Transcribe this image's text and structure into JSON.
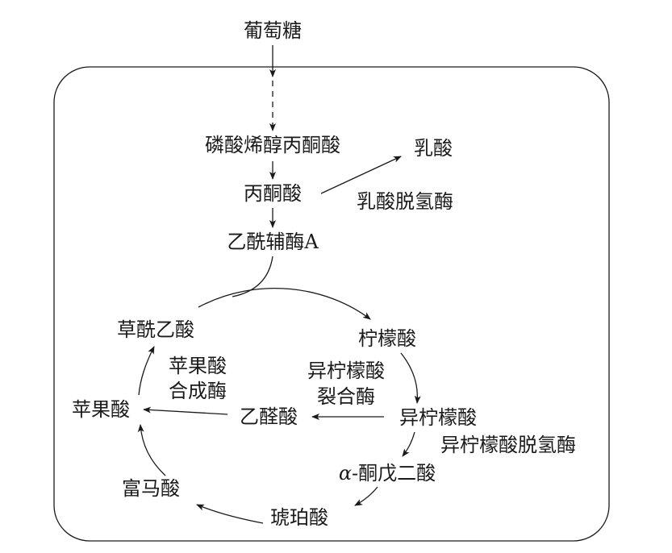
{
  "metabolites": {
    "glucose": "葡萄糖",
    "pep": "磷酸烯醇丙酮酸",
    "pyruvate": "丙酮酸",
    "lactate": "乳酸",
    "acetyl_coa": "乙酰辅酶A",
    "oxaloacetate": "草酰乙酸",
    "citrate": "柠檬酸",
    "isocitrate": "异柠檬酸",
    "alpha_kg_prefix": "α",
    "alpha_kg_rest": "-酮戊二酸",
    "succinate": "琥珀酸",
    "fumarate": "富马酸",
    "malate": "苹果酸",
    "glyoxylate": "乙醛酸"
  },
  "enzymes": {
    "ldh": "乳酸脱氢酶",
    "isocitrate_lyase_line1": "异柠檬酸",
    "isocitrate_lyase_line2": "裂合酶",
    "malate_synthase_line1": "苹果酸",
    "malate_synthase_line2": "合成酶",
    "idh": "异柠檬酸脱氢酶"
  },
  "colors": {
    "ink": "#1a1a1a",
    "background": "#ffffff"
  }
}
